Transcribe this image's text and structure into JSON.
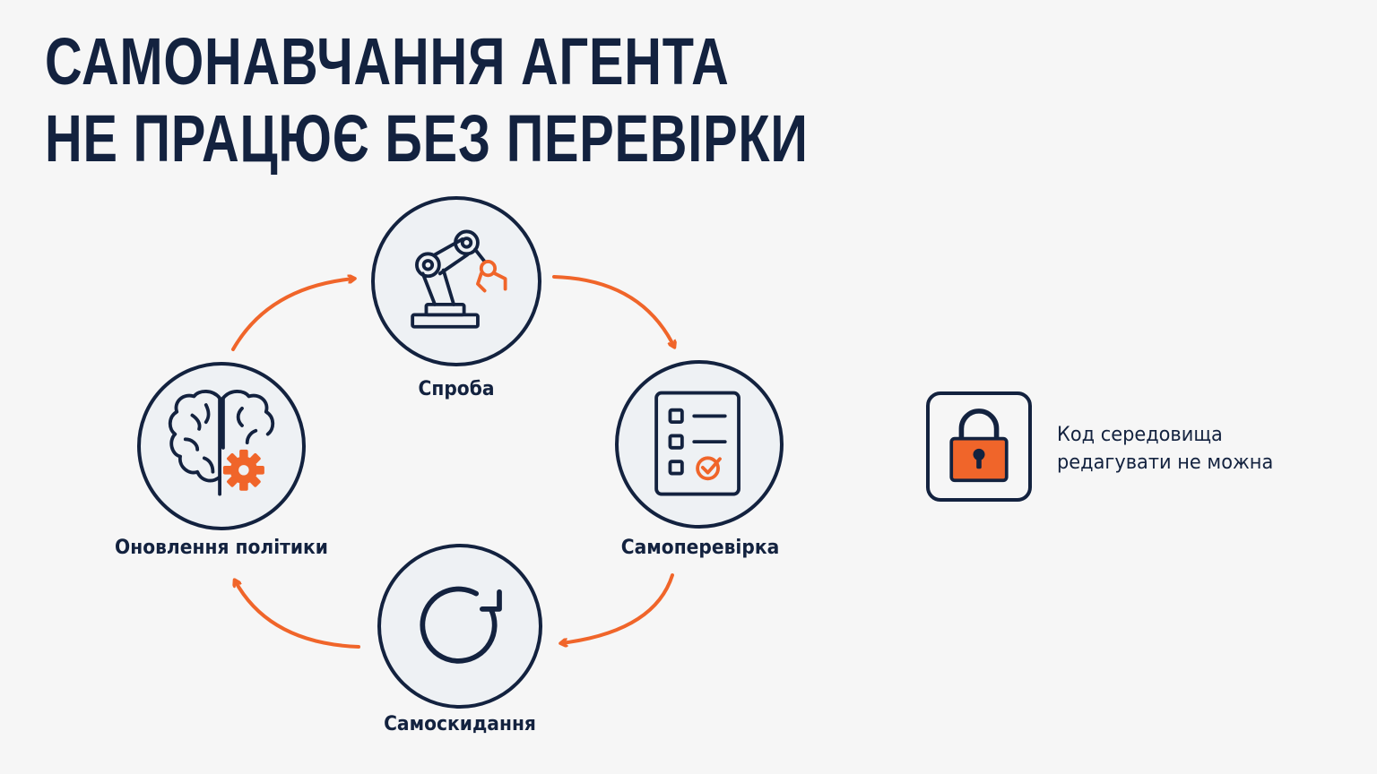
{
  "title": {
    "line1": "САМОНАВЧАННЯ АГЕНТА",
    "line2": "НЕ ПРАЦЮЄ БЕЗ ПЕРЕВІРКИ"
  },
  "cycle": {
    "attempt": "Спроба",
    "self_check": "Самоперевірка",
    "self_reset": "Самоскидання",
    "policy_update": "Оновлення політики"
  },
  "note": {
    "line1": "Код середовища",
    "line2": "редагувати не можна"
  },
  "colors": {
    "navy": "#13223f",
    "orange": "#f0652a",
    "background": "#f6f6f6",
    "circle_fill": "#eef1f4"
  },
  "icons": {
    "attempt": "robot-arm-icon",
    "self_check": "checklist-icon",
    "self_reset": "refresh-icon",
    "policy_update": "brain-gear-icon",
    "note": "lock-icon"
  }
}
